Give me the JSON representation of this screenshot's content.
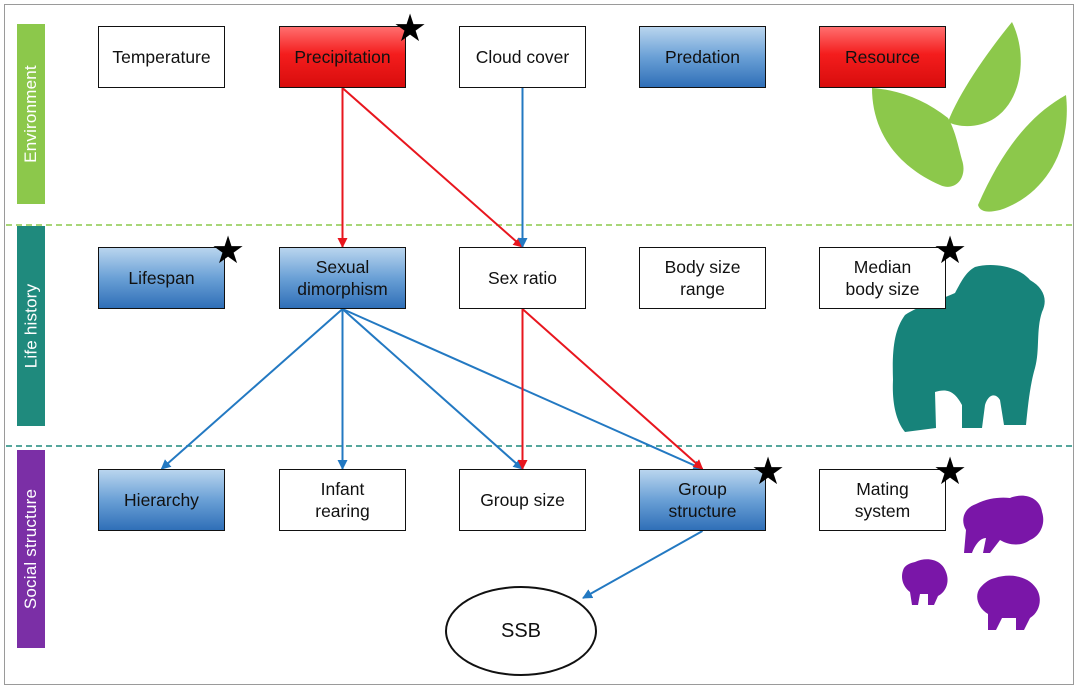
{
  "bands": [
    {
      "label": "Environment",
      "color": "#8cc84b"
    },
    {
      "label": "Life history",
      "color": "#1f8a7d"
    },
    {
      "label": "Social structure",
      "color": "#7b2fa6"
    }
  ],
  "nodes": {
    "temperature": {
      "label": "Temperature",
      "style": "plain",
      "starred": false
    },
    "precipitation": {
      "label": "Precipitation",
      "style": "red",
      "starred": true
    },
    "cloud_cover": {
      "label": "Cloud cover",
      "style": "plain",
      "starred": false
    },
    "predation": {
      "label": "Predation",
      "style": "blue",
      "starred": false
    },
    "resource": {
      "label": "Resource",
      "style": "red",
      "starred": false
    },
    "lifespan": {
      "label": "Lifespan",
      "style": "blue",
      "starred": true
    },
    "sexual_dimorphism": {
      "label": "Sexual\ndimorphism",
      "style": "blue",
      "starred": false
    },
    "sex_ratio": {
      "label": "Sex ratio",
      "style": "plain",
      "starred": false
    },
    "body_size_range": {
      "label": "Body size\nrange",
      "style": "plain",
      "starred": false
    },
    "median_body_size": {
      "label": "Median\nbody size",
      "style": "plain",
      "starred": true
    },
    "hierarchy": {
      "label": "Hierarchy",
      "style": "blue",
      "starred": false
    },
    "infant_rearing": {
      "label": "Infant\nrearing",
      "style": "plain",
      "starred": false
    },
    "group_size": {
      "label": "Group size",
      "style": "plain",
      "starred": false
    },
    "group_structure": {
      "label": "Group\nstructure",
      "style": "blue",
      "starred": true
    },
    "mating_system": {
      "label": "Mating\nsystem",
      "style": "plain",
      "starred": false
    }
  },
  "outcome": {
    "label": "SSB"
  },
  "star_glyph": "★",
  "edges": [
    {
      "from": "precipitation",
      "to": "sexual_dimorphism",
      "color": "red"
    },
    {
      "from": "precipitation",
      "to": "sex_ratio",
      "color": "red"
    },
    {
      "from": "cloud_cover",
      "to": "sex_ratio",
      "color": "blue"
    },
    {
      "from": "sexual_dimorphism",
      "to": "hierarchy",
      "color": "blue"
    },
    {
      "from": "sexual_dimorphism",
      "to": "infant_rearing",
      "color": "blue"
    },
    {
      "from": "sexual_dimorphism",
      "to": "group_size",
      "color": "blue"
    },
    {
      "from": "sexual_dimorphism",
      "to": "group_structure",
      "color": "blue"
    },
    {
      "from": "sex_ratio",
      "to": "group_size",
      "color": "red"
    },
    {
      "from": "sex_ratio",
      "to": "group_structure",
      "color": "red"
    },
    {
      "from": "group_structure",
      "to": "ssb",
      "color": "blue"
    }
  ],
  "colors": {
    "red_arrow": "#e8161e",
    "blue_arrow": "#2379c2",
    "env_divider": "#8cc84b",
    "life_divider": "#1f8a7d",
    "leaves": "#8cc84b",
    "gorilla": "#17837a",
    "monkeys": "#7a16a8"
  },
  "icons": [
    "leaves-icon",
    "gorilla-icon",
    "monkey-icon"
  ]
}
